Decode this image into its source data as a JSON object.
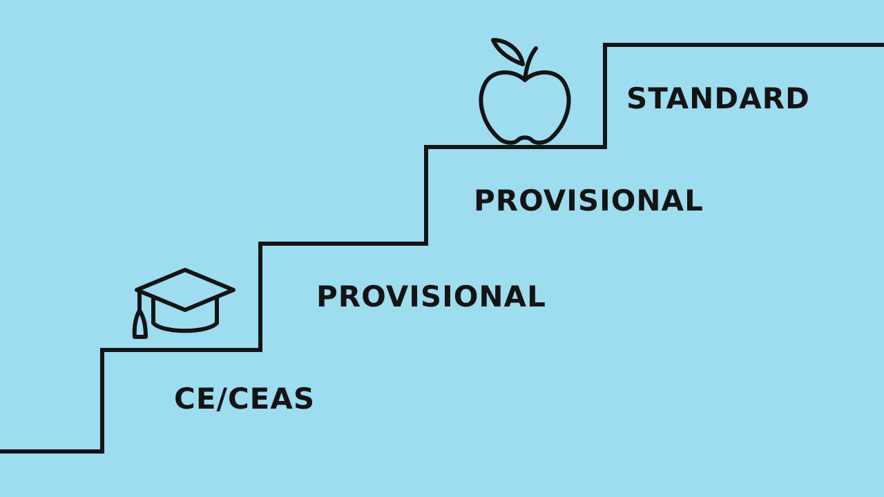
{
  "steps": [
    {
      "label": "CE/CEAS"
    },
    {
      "label": "PROVISIONAL"
    },
    {
      "label": "PROVISIONAL"
    },
    {
      "label": "STANDARD"
    }
  ],
  "icons": {
    "cap": "graduation-cap-icon",
    "apple": "apple-icon"
  },
  "colors": {
    "background": "#9edcf0",
    "line": "#141414"
  }
}
